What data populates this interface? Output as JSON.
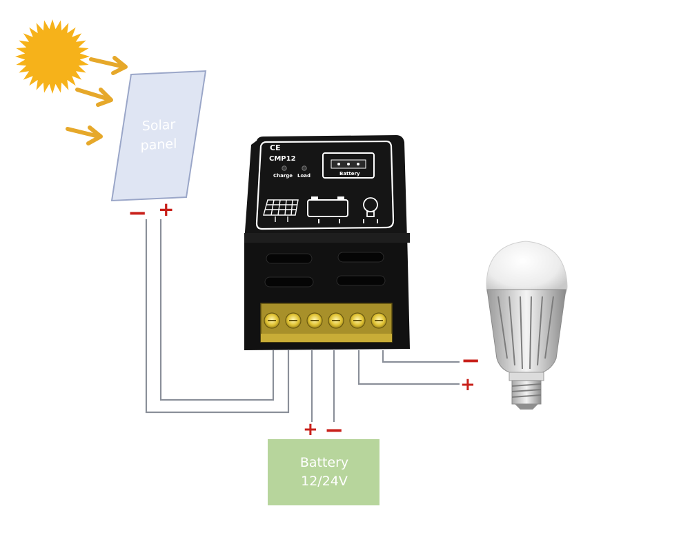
{
  "solar_panel": {
    "label_line1": "Solar",
    "label_line2": "panel",
    "minus": "−",
    "plus": "+"
  },
  "controller": {
    "ce_mark": "CE",
    "model": "CMP12",
    "led_charge": "Charge",
    "led_load": "Load",
    "meter_label": "Battery",
    "terminal_count": 6
  },
  "battery": {
    "label_line1": "Battery",
    "label_line2": "12/24V",
    "plus": "+",
    "minus": "−"
  },
  "load": {
    "minus": "−",
    "plus": "+"
  },
  "colors": {
    "sun": "#f6b21a",
    "arrow": "#e6a82a",
    "panel_fill": "#dfe5f3",
    "panel_border": "#9aa6c8",
    "controller_body": "#141414",
    "terminal": "#e0c233",
    "battery_fill": "#b7d59c",
    "sign": "#c8201a",
    "wire": "#8a8f99"
  }
}
